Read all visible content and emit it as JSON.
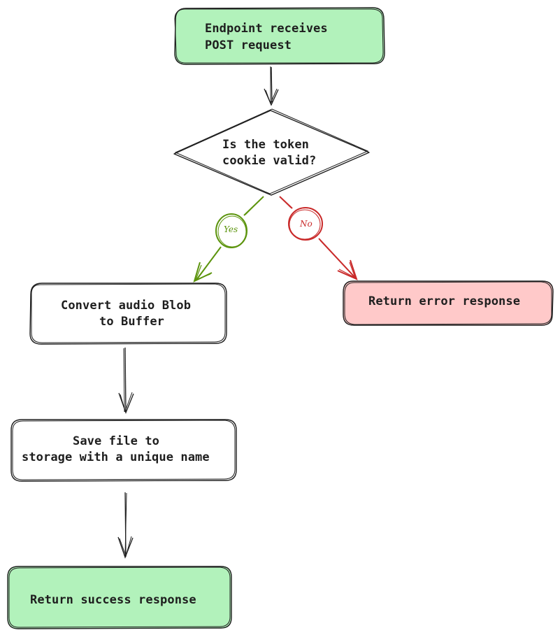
{
  "colors": {
    "stroke": "#1e1e1e",
    "green_fill": "#b2f2bb",
    "red_fill": "#ffc9c9",
    "yes_color": "#5c940d",
    "no_color": "#c92a2a"
  },
  "nodes": {
    "start": {
      "line1": "Endpoint receives",
      "line2": "POST request"
    },
    "decision": {
      "line1": "Is the token",
      "line2": "cookie valid?"
    },
    "error": {
      "line1": "Return error response"
    },
    "convert": {
      "line1": "Convert audio Blob",
      "line2": "to Buffer"
    },
    "save": {
      "line1": "Save file to",
      "line2": "storage with a unique name"
    },
    "success": {
      "line1": "Return success response"
    }
  },
  "edges": {
    "yes_label": "Yes",
    "no_label": "No"
  }
}
